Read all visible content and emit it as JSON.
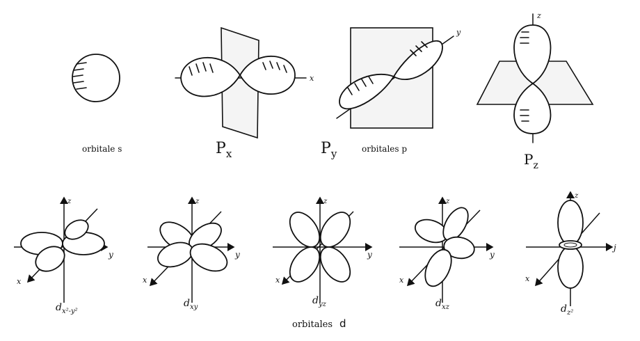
{
  "labels": {
    "s_caption": "orbitale s",
    "px": {
      "main": "P",
      "sub": "x"
    },
    "py": {
      "main": "P",
      "sub": "y"
    },
    "p_caption": "orbitales p",
    "pz": {
      "main": "P",
      "sub": "z"
    },
    "d_caption_text": "orbitales",
    "d_caption_letter": "d"
  },
  "axes": {
    "x": "x",
    "y": "y",
    "z": "z",
    "j": "j"
  },
  "d_labels": {
    "dx2y2": {
      "main": "d",
      "sub": "x²-y²"
    },
    "dxy": {
      "main": "d",
      "sub": "xy"
    },
    "dyz": {
      "main": "d",
      "sub": "yz"
    },
    "dxz": {
      "main": "d",
      "sub": "xz"
    },
    "dz2": {
      "main": "d",
      "sub": "z²"
    }
  }
}
